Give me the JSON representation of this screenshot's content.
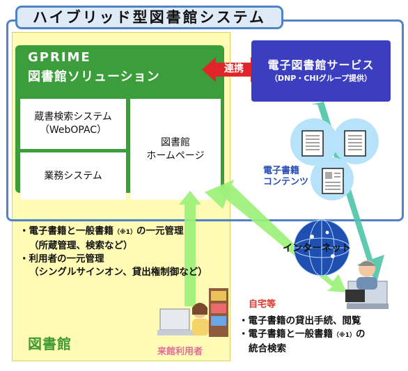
{
  "hybrid_title": "ハイブリッド型図書館システム",
  "gprime": {
    "title_line1": "GPRIME",
    "title_line2": "図書館ソリューション",
    "search_system": "蔵書検索システム\n（WebOPAC）",
    "business_system": "業務システム",
    "homepage": "図書館\nホームページ"
  },
  "link_label": "連携",
  "dnp": {
    "title": "電子図書館サービス",
    "subtitle": "（DNP・CHIグループ提供）"
  },
  "contents_label": "電子書籍\nコンテンツ",
  "internet_label": "インターネット",
  "library_features": [
    {
      "bullet": "・",
      "text": "電子書籍と一般書籍",
      "note": "（※1）",
      "tail": "の一元管理"
    },
    {
      "bullet": "",
      "text": "（所蔵管理、検索など）",
      "note": "",
      "tail": ""
    },
    {
      "bullet": "・",
      "text": "利用者の一元管理",
      "note": "",
      "tail": ""
    },
    {
      "bullet": "",
      "text": "（シングルサインオン、貸出権制御など）",
      "note": "",
      "tail": ""
    }
  ],
  "home_label": "自宅等",
  "home_features": [
    {
      "bullet": "・",
      "text": "電子書籍の貸出手続、閲覧",
      "note": "",
      "tail": ""
    },
    {
      "bullet": "・",
      "text": "電子書籍と一般書籍",
      "note": "（※1）",
      "tail": "の"
    },
    {
      "bullet": "",
      "text": "統合検索",
      "note": "",
      "tail": ""
    }
  ],
  "visitor_label": "来館利用者",
  "library_label": "図書館",
  "colors": {
    "frame_blue": "#4f82c6",
    "gprime_green": "#3b9e3a",
    "dnp_blue": "#3c3ec0",
    "arrow_green": "#9cf07a",
    "arrow_teal": "#4fc4a8",
    "link_red": "#e0262a",
    "library_yellow": "#fffbb4"
  }
}
